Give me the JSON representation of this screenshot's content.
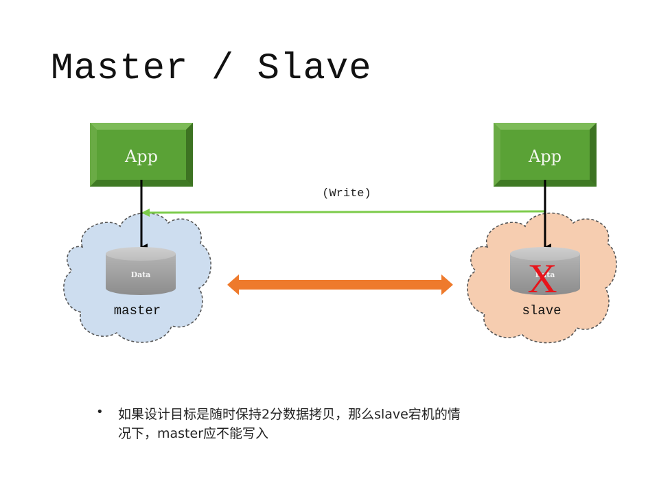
{
  "slide": {
    "title": "Master / Slave"
  },
  "diagram": {
    "left_app": {
      "label": "App"
    },
    "right_app": {
      "label": "App"
    },
    "write_label": "(Write)",
    "master_node": {
      "label": "master",
      "db_label": "Data",
      "cloud_color": "#cdddef"
    },
    "slave_node": {
      "label": "slave",
      "db_label": "Data",
      "cloud_color": "#f6cdb0",
      "failed_mark": "X",
      "failed_color": "#e8141b"
    },
    "colors": {
      "app_green": "#5aa236",
      "write_arrow": "#7ccb4a",
      "replication_arrow": "#ee7a2c",
      "db_gray": "#9a9a9a"
    }
  },
  "bullets": [
    {
      "lines": [
        "如果设计目标是随时保持2分数据拷贝，那么slave宕机的情",
        "况下，master应不能写入"
      ]
    }
  ]
}
